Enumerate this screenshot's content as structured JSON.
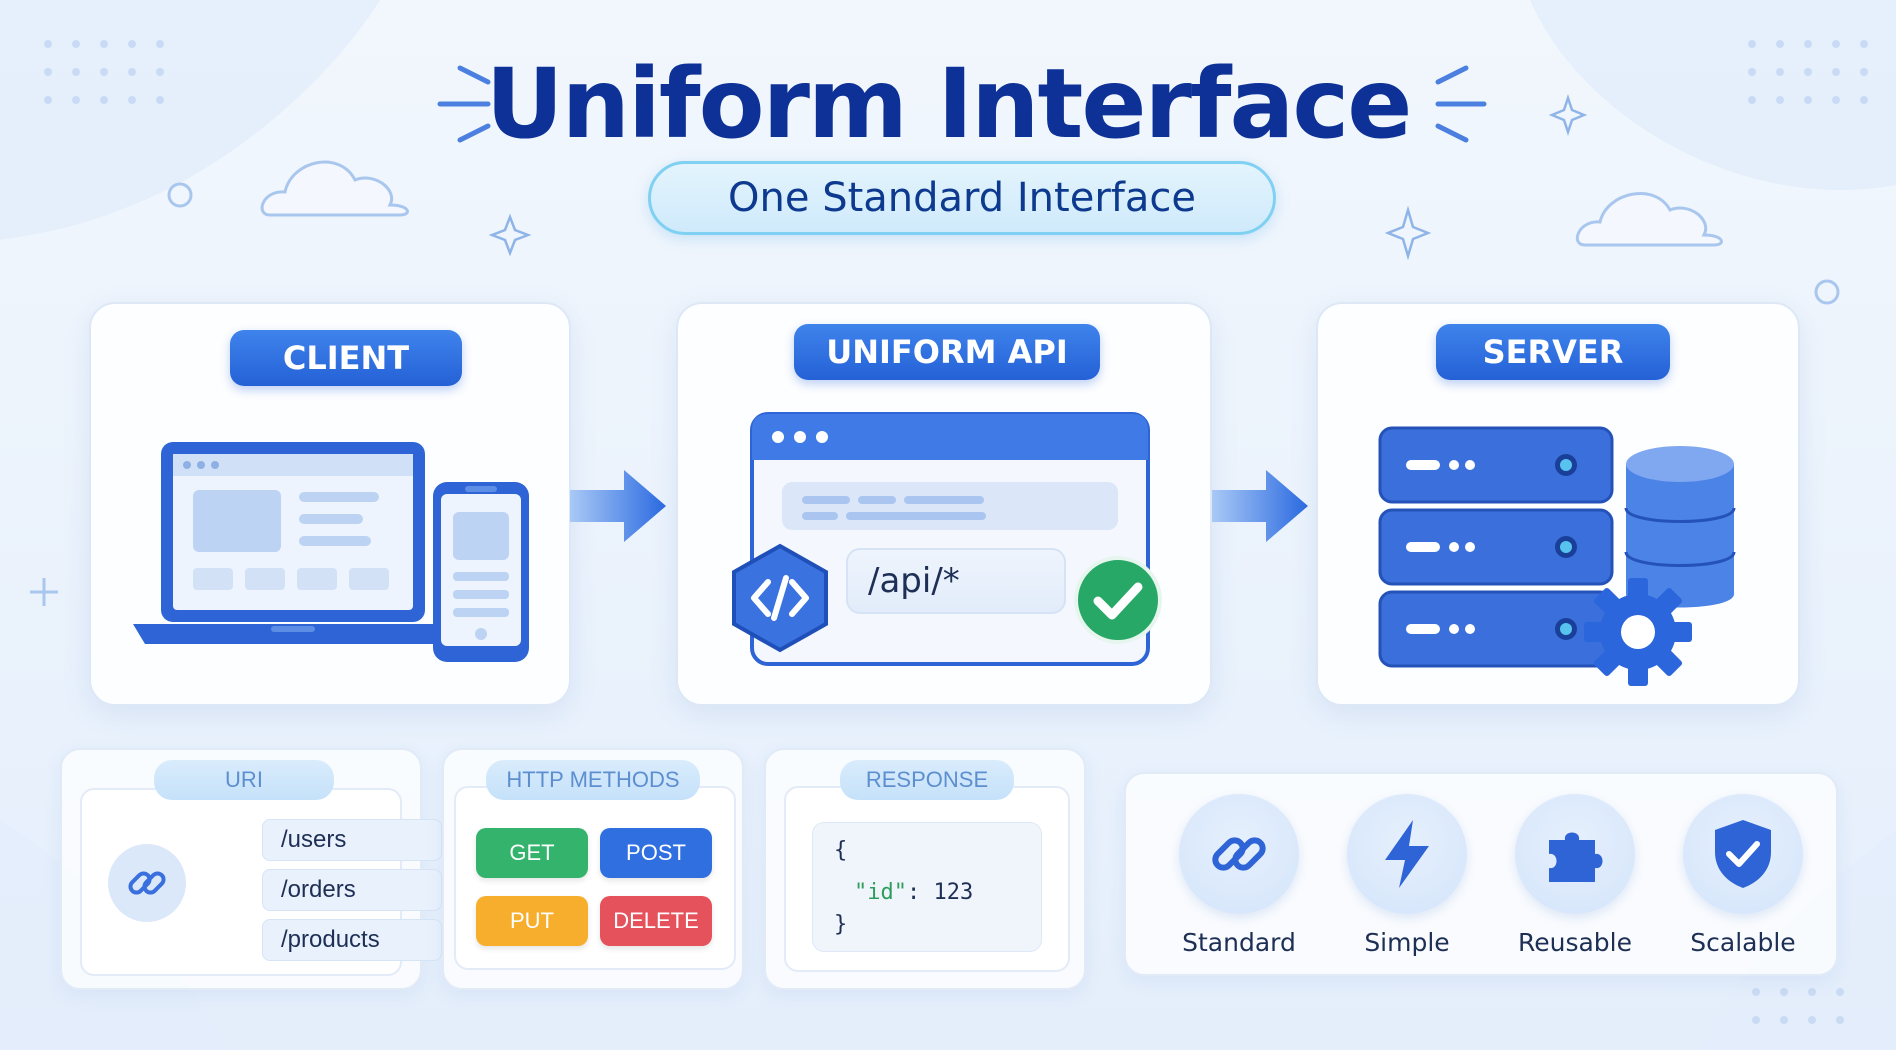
{
  "header": {
    "title": "Uniform Interface",
    "subtitle": "One Standard Interface"
  },
  "panels": {
    "client": {
      "label": "CLIENT"
    },
    "api": {
      "label": "UNIFORM API",
      "endpoint": "/api/*"
    },
    "server": {
      "label": "SERVER"
    }
  },
  "cards": {
    "uri": {
      "label": "URI",
      "items": [
        "/users",
        "/orders",
        "/products"
      ]
    },
    "http_methods": {
      "label": "HTTP METHODS",
      "methods": [
        "GET",
        "POST",
        "PUT",
        "DELETE"
      ]
    },
    "response": {
      "label": "RESPONSE",
      "code_open": "{",
      "code_key": "\"id\"",
      "code_colon": ":",
      "code_value": "123",
      "code_close": "}"
    }
  },
  "features": [
    {
      "label": "Standard",
      "icon": "link-icon"
    },
    {
      "label": "Simple",
      "icon": "lightning-icon"
    },
    {
      "label": "Reusable",
      "icon": "puzzle-icon"
    },
    {
      "label": "Scalable",
      "icon": "shield-check-icon"
    }
  ],
  "colors": {
    "title": "#0d3196",
    "accent": "#2461d6",
    "get": "#33b36b",
    "post": "#2f6fe0",
    "put": "#f7ae2c",
    "delete": "#e5525c",
    "success": "#28a866"
  }
}
